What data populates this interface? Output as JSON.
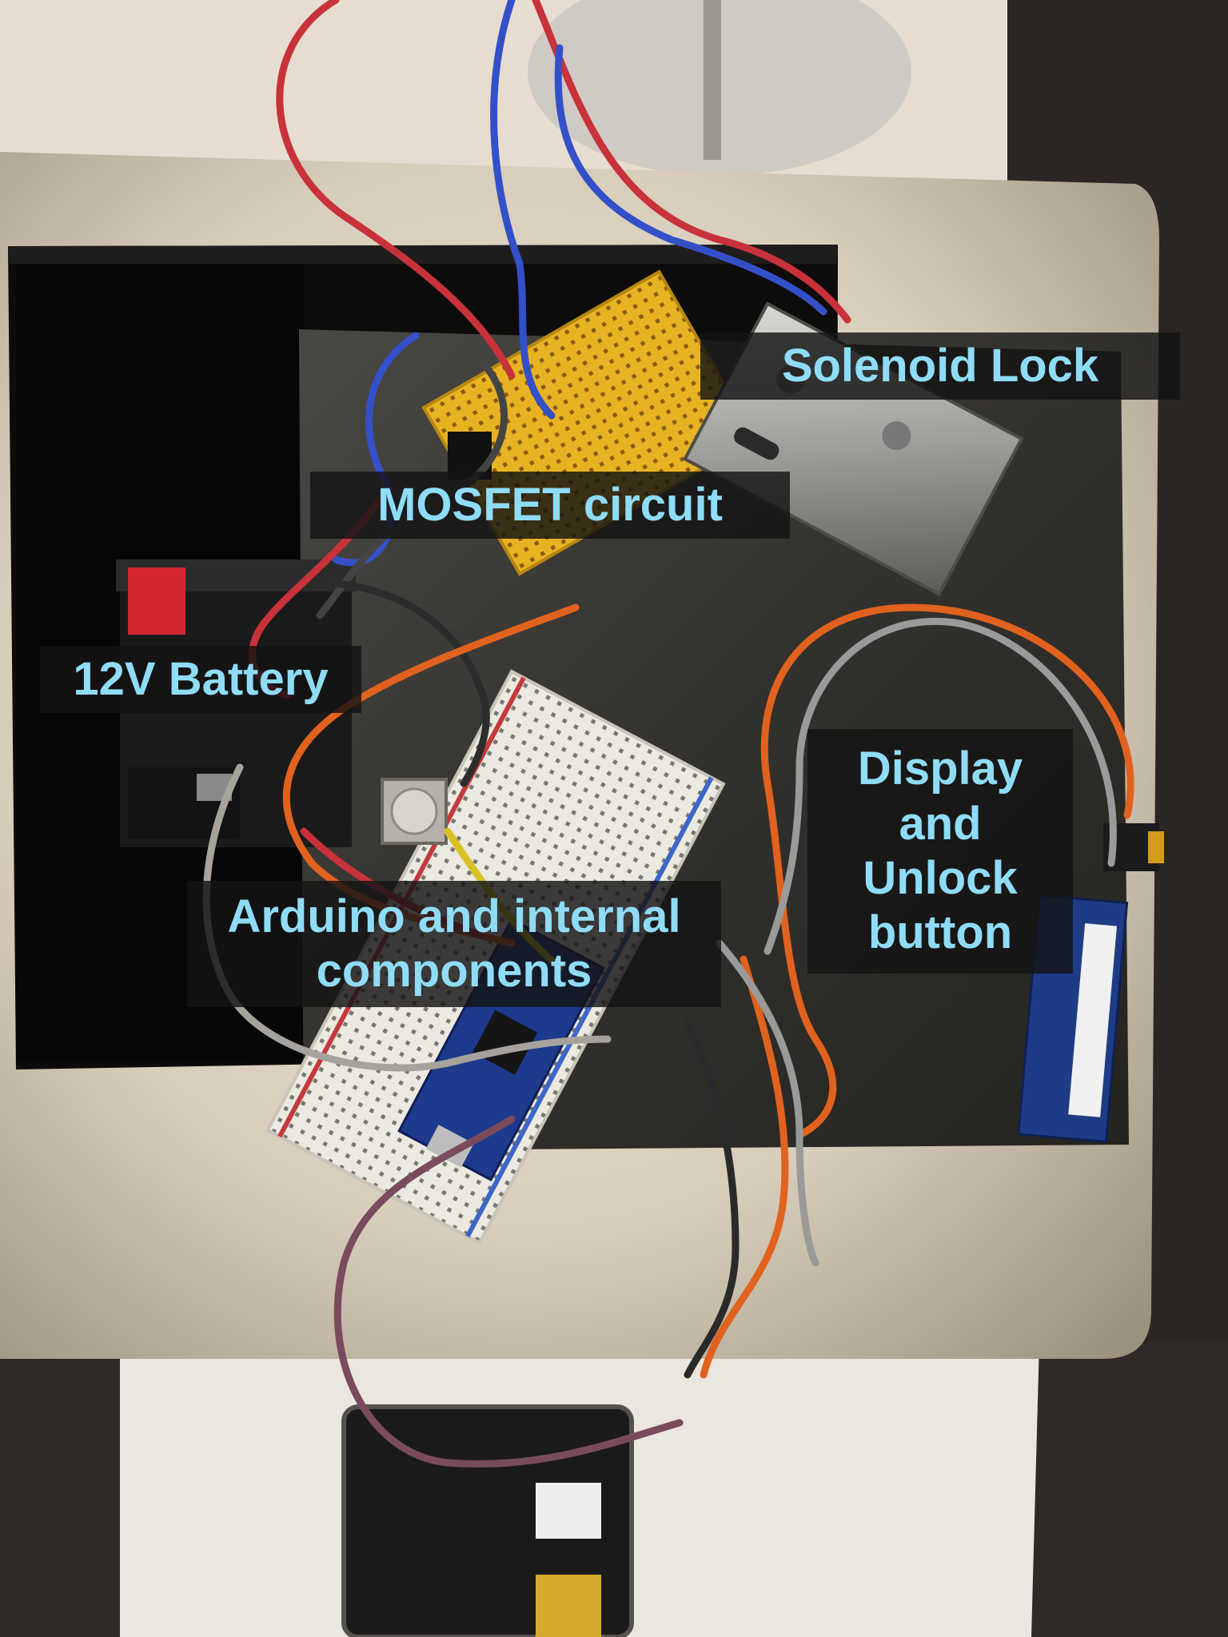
{
  "labels": {
    "solenoid": "Solenoid Lock",
    "mosfet": "MOSFET circuit",
    "battery": "12V Battery",
    "arduino": [
      "Arduino and internal",
      "components"
    ],
    "display": [
      "Display",
      "and",
      "Unlock",
      "button"
    ]
  },
  "colors": {
    "label_text": "#8fdcf7",
    "label_background": "#141414",
    "wire_red": "#c8323a",
    "wire_blue": "#3450c8",
    "wire_orange": "#e0621e",
    "wire_grey": "#9a9a9a",
    "breadboard_yellow": "#e8b322",
    "arduino_blue": "#1d3a8c"
  }
}
